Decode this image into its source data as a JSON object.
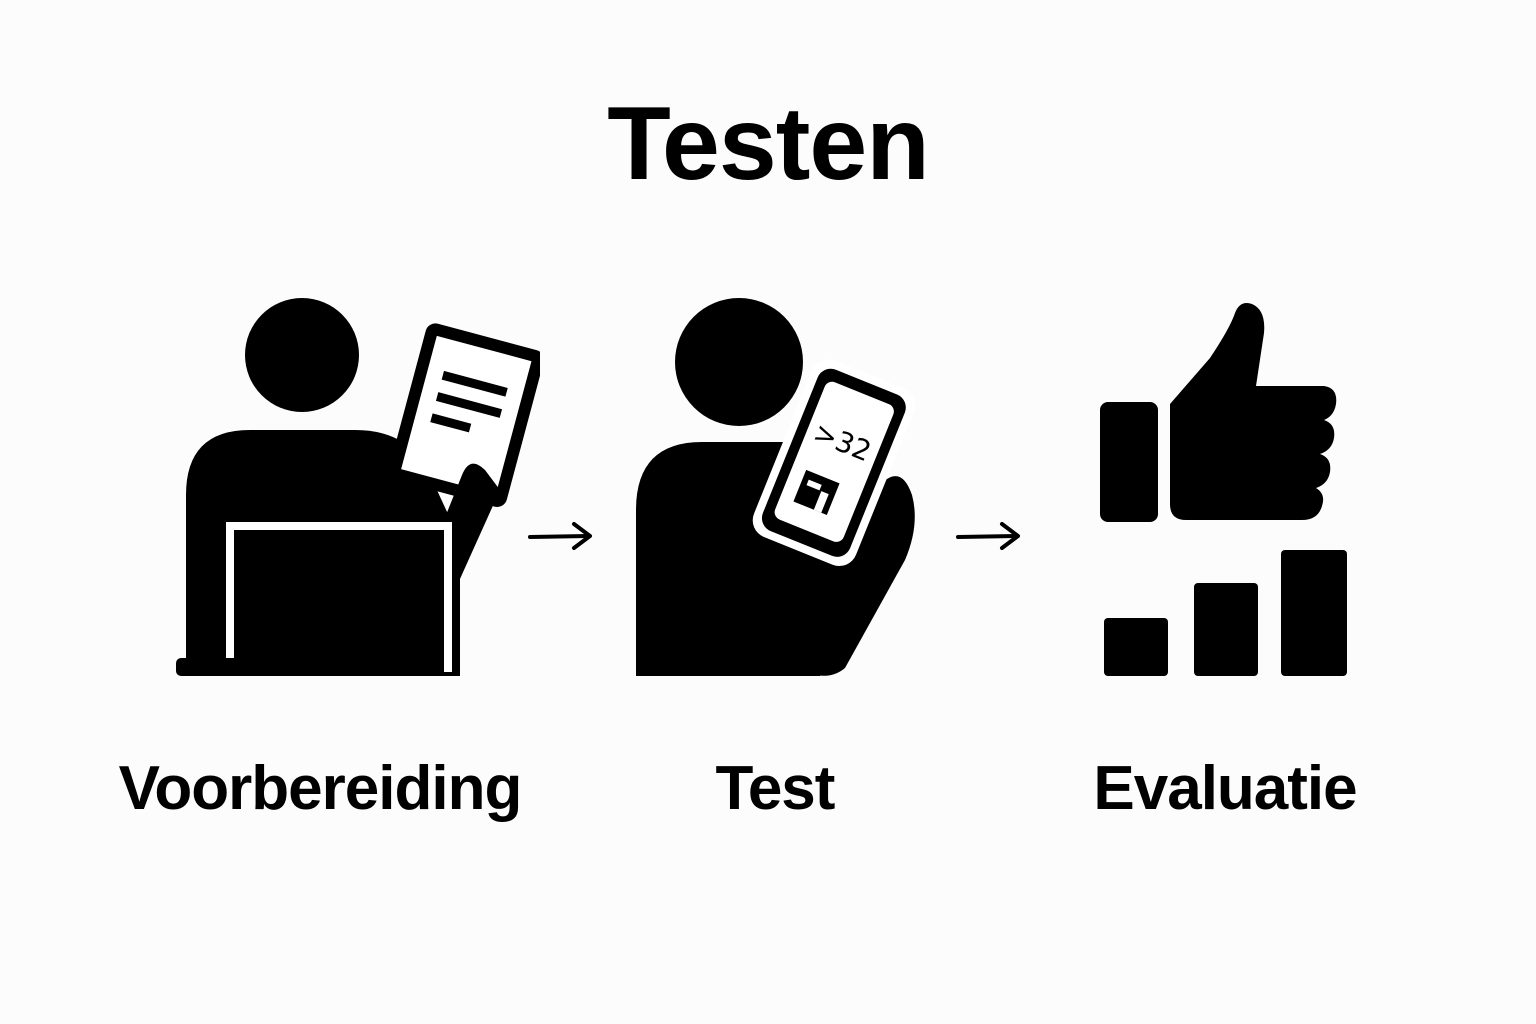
{
  "title": "Testen",
  "steps": [
    {
      "label": "Voorbereiding",
      "icon": "person-with-laptop-and-document-icon"
    },
    {
      "label": "Test",
      "icon": "person-with-phone-icon",
      "screen_text": ">32"
    },
    {
      "label": "Evaluatie",
      "icon": "thumbs-up-with-bar-chart-icon"
    }
  ],
  "colors": {
    "ink": "#000000",
    "background": "#fcfcfc"
  }
}
